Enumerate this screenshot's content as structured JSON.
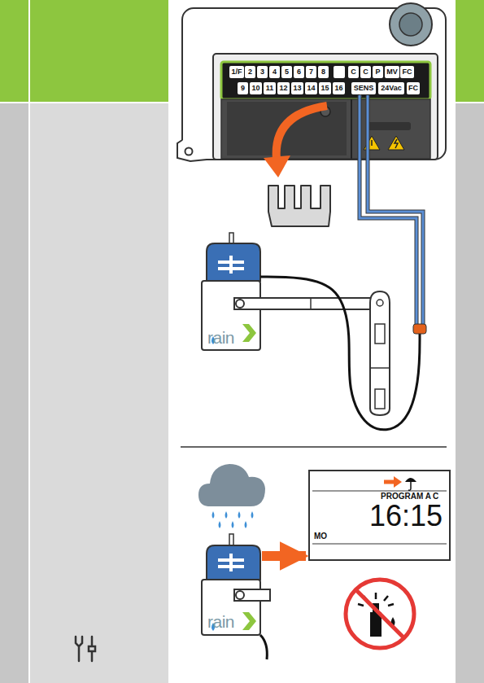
{
  "diagram": {
    "nodes": [
      {
        "text": [
          "1/F"
        ]
      },
      {
        "text": [
          "2"
        ]
      },
      {
        "text": [
          "3"
        ]
      },
      {
        "text": [
          "4"
        ]
      },
      {
        "text": [
          "5"
        ]
      },
      {
        "text": [
          "6"
        ]
      },
      {
        "text": [
          "7"
        ]
      },
      {
        "text": [
          "8"
        ]
      },
      {
        "text": [
          "C"
        ]
      },
      {
        "text": [
          "C"
        ]
      },
      {
        "text": [
          "P"
        ]
      },
      {
        "text": [
          "MV"
        ]
      },
      {
        "text": [
          "FC"
        ]
      },
      {
        "text": [
          "9"
        ]
      },
      {
        "text": [
          "10"
        ]
      },
      {
        "text": [
          "11"
        ]
      },
      {
        "text": [
          "12"
        ]
      },
      {
        "text": [
          "13"
        ]
      },
      {
        "text": [
          "14"
        ]
      },
      {
        "text": [
          "15"
        ]
      },
      {
        "text": [
          "16"
        ]
      },
      {
        "text": [
          "SENS"
        ]
      },
      {
        "text": [
          "24Vac"
        ]
      },
      {
        "text": [
          "FC"
        ]
      },
      {
        "text": [
          "rain"
        ]
      },
      {
        "text": [
          "rain"
        ]
      },
      {
        "text": [
          "PROGRAM A",
          "C",
          "16:15",
          "MO"
        ]
      }
    ],
    "edges": [
      {
        "from": 21,
        "to": 24,
        "arrow": "none"
      },
      {
        "from": 25,
        "to": 26,
        "arrow": "to"
      }
    ]
  }
}
